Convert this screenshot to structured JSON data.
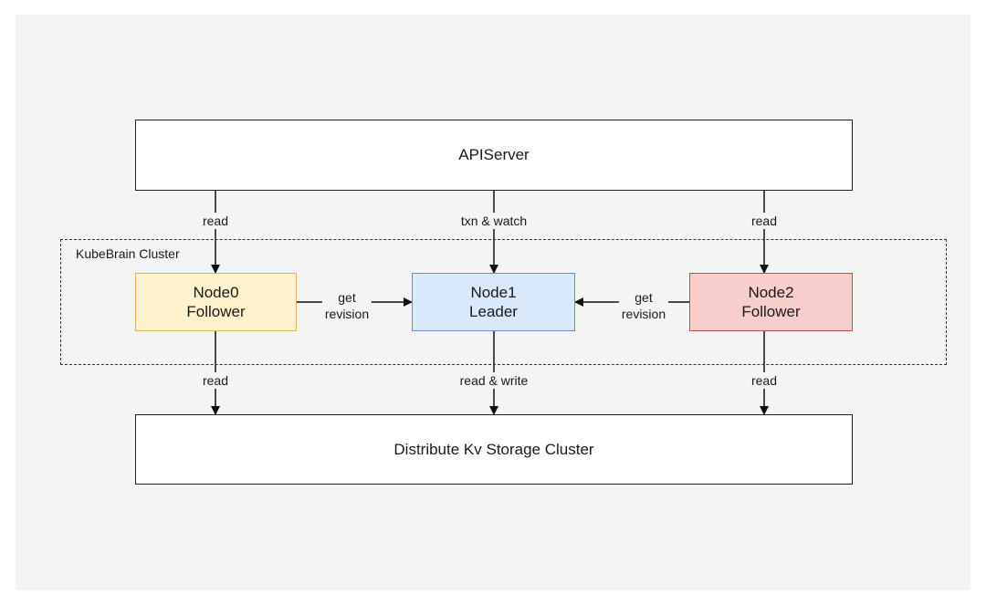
{
  "apiserver": {
    "label": "APIServer"
  },
  "cluster": {
    "label": "KubeBrain Cluster"
  },
  "nodes": [
    {
      "name": "Node0",
      "role": "Follower"
    },
    {
      "name": "Node1",
      "role": "Leader"
    },
    {
      "name": "Node2",
      "role": "Follower"
    }
  ],
  "storage": {
    "label": "Distribute Kv Storage Cluster"
  },
  "edges": {
    "api_node0": "read",
    "api_node1": "txn & watch",
    "api_node2": "read",
    "node0_node1": [
      "get",
      "revision"
    ],
    "node2_node1": [
      "get",
      "revision"
    ],
    "node0_storage": "read",
    "node1_storage": "read & write",
    "node2_storage": "read"
  },
  "colors": {
    "node0_fill": "#fff2cc",
    "node0_stroke": "#d6b656",
    "node1_fill": "#dae8fc",
    "node1_stroke": "#6c8ebf",
    "node2_fill": "#f8cecc",
    "node2_stroke": "#b85450",
    "canvas_bg": "#f4f4f4"
  }
}
